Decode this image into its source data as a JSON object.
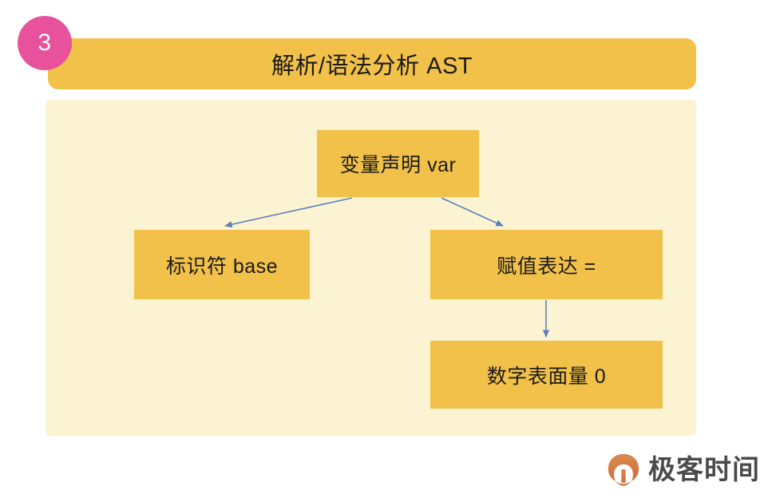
{
  "slide": {
    "badge_number": "3",
    "badge_color": "#e8519b",
    "title": "解析/语法分析 AST",
    "title_bar_color": "#f2c14a",
    "panel_color": "#fcf3d3"
  },
  "diagram": {
    "type": "tree",
    "node_color": "#f2c14a",
    "edge_color": "#5b7fb8",
    "nodes": [
      {
        "id": "root",
        "label": "变量声明 var"
      },
      {
        "id": "identifier",
        "label": "标识符 base"
      },
      {
        "id": "assign",
        "label": "赋值表达 ="
      },
      {
        "id": "numeric",
        "label": "数字表面量 0"
      }
    ],
    "edges": [
      {
        "from": "root",
        "to": "identifier"
      },
      {
        "from": "root",
        "to": "assign"
      },
      {
        "from": "assign",
        "to": "numeric"
      }
    ]
  },
  "brand": {
    "name": "极客时间",
    "mark_color": "#d97f47"
  }
}
